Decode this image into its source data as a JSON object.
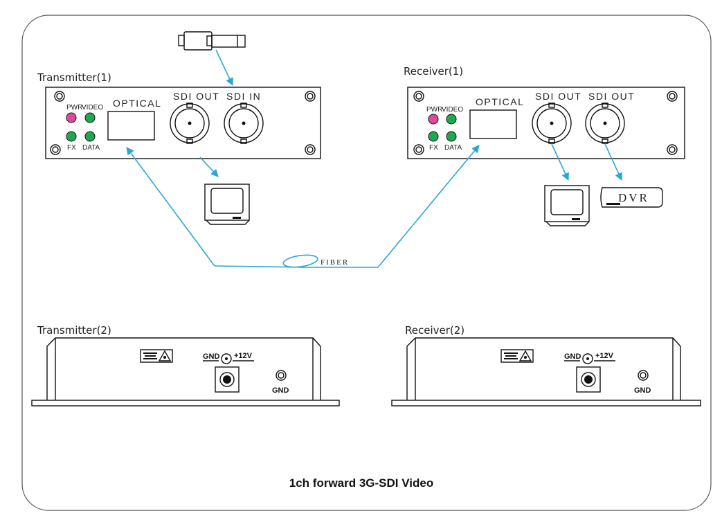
{
  "title": "1ch forward 3G-SDI Video",
  "transmitter_front": {
    "name": "Transmitter(1)",
    "optical": "OPTICAL",
    "port_a": "SDI OUT",
    "port_b": "SDI IN",
    "led_pwr": "PWR",
    "led_video": "VIDEO",
    "led_fx": "FX",
    "led_data": "DATA"
  },
  "receiver_front": {
    "name": "Receiver(1)",
    "optical": "OPTICAL",
    "port_a": "SDI OUT",
    "port_b": "SDI OUT",
    "led_pwr": "PWR",
    "led_video": "VIDEO",
    "led_fx": "FX",
    "led_data": "DATA"
  },
  "fiber_label": "FIBER",
  "dvr_label": "DVR",
  "transmitter_rear": {
    "name": "Transmitter(2)",
    "gnd_top": "GND",
    "power": "+12V",
    "gnd_side": "GND"
  },
  "receiver_rear": {
    "name": "Receiver(2)",
    "gnd_top": "GND",
    "power": "+12V",
    "gnd_side": "GND"
  },
  "colors": {
    "fiber": "#2aa6d8",
    "led_pwr": "#e0489a",
    "led_status": "#1fa84f"
  }
}
